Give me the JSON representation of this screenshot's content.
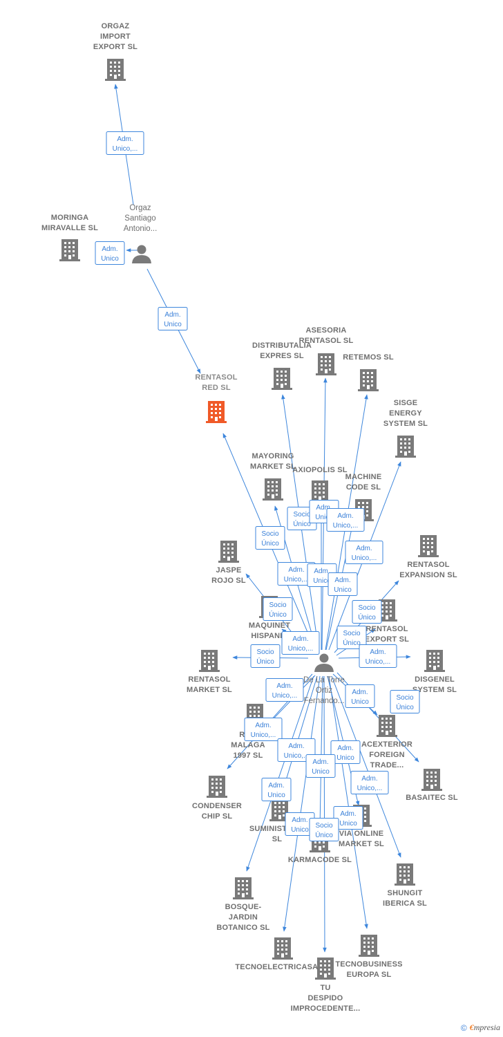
{
  "colors": {
    "edge": "#3d86dc",
    "node": "#7a7a7a",
    "focus": "#f05a28",
    "person": "#7a7a7a"
  },
  "nodes": [
    {
      "id": "orgaz_import",
      "type": "company",
      "label": [
        "ORGAZ",
        "IMPORT",
        "EXPORT  SL"
      ]
    },
    {
      "id": "moringa",
      "type": "company",
      "label": [
        "MORINGA",
        "MIRAVALLE  SL"
      ]
    },
    {
      "id": "orgaz_santiago",
      "type": "person",
      "label": [
        "Orgaz",
        "Santiago",
        "Antonio..."
      ]
    },
    {
      "id": "rentasol_red",
      "type": "company",
      "focus": true,
      "label": [
        "RENTASOL",
        "RED  SL"
      ]
    },
    {
      "id": "distributalia",
      "type": "company",
      "label": [
        "DISTRIBUTALIA",
        "EXPRES  SL"
      ]
    },
    {
      "id": "asesoria",
      "type": "company",
      "label": [
        "ASESORIA",
        "RENTASOL SL"
      ]
    },
    {
      "id": "retemos",
      "type": "company",
      "label": [
        "RETEMOS  SL"
      ]
    },
    {
      "id": "sisge",
      "type": "company",
      "label": [
        "SISGE",
        "ENERGY",
        "SYSTEM  SL"
      ]
    },
    {
      "id": "mayoring",
      "type": "company",
      "label": [
        "MAYORING",
        "MARKET  SL"
      ]
    },
    {
      "id": "axiopolis",
      "type": "company",
      "label": [
        "AXIOPOLIS SL"
      ]
    },
    {
      "id": "machine",
      "type": "company",
      "label": [
        "MACHINE",
        "CODE SL"
      ]
    },
    {
      "id": "jaspe",
      "type": "company",
      "label": [
        "JASPE",
        "ROJO  SL"
      ]
    },
    {
      "id": "rentasol_expansion",
      "type": "company",
      "label": [
        "RENTASOL",
        "EXPANSION  SL"
      ]
    },
    {
      "id": "maquinet",
      "type": "company",
      "label": [
        "MAQUINET",
        "HISPANIA"
      ]
    },
    {
      "id": "rentasol_export",
      "type": "company",
      "label": [
        "RENTASOL",
        "EXPORT  SL"
      ]
    },
    {
      "id": "rentasol_market",
      "type": "company",
      "label": [
        "RENTASOL",
        "MARKET  SL"
      ]
    },
    {
      "id": "disgenel",
      "type": "company",
      "label": [
        "DISGENEL",
        "SYSTEM  SL"
      ]
    },
    {
      "id": "de_la_torre",
      "type": "person",
      "label": [
        "De La Torre",
        "Ortiz",
        "Fernando..."
      ]
    },
    {
      "id": "re_malaga",
      "type": "company",
      "label": [
        "RE...",
        "MALAGA",
        "1997  SL"
      ]
    },
    {
      "id": "acexterior",
      "type": "company",
      "label": [
        "ACEXTERIOR",
        "FOREIGN",
        "TRADE..."
      ]
    },
    {
      "id": "condenser",
      "type": "company",
      "label": [
        "CONDENSER",
        "CHIP SL"
      ]
    },
    {
      "id": "basaitec",
      "type": "company",
      "label": [
        "BASAITEC  SL"
      ]
    },
    {
      "id": "suministra",
      "type": "company",
      "label": [
        "SUMINISTRA...",
        "SL"
      ]
    },
    {
      "id": "via_online",
      "type": "company",
      "label": [
        "VIA ONLINE",
        "MARKET SL"
      ]
    },
    {
      "id": "karmacode",
      "type": "company",
      "label": [
        "KARMACODE SL"
      ]
    },
    {
      "id": "shungit",
      "type": "company",
      "label": [
        "SHUNGIT",
        "IBERICA  SL"
      ]
    },
    {
      "id": "bosque",
      "type": "company",
      "label": [
        "BOSQUE-",
        "JARDIN",
        "BOTANICO SL"
      ]
    },
    {
      "id": "tecnoelectricasa",
      "type": "company",
      "label": [
        "TECNOELECTRICASA SL"
      ]
    },
    {
      "id": "tecnobusiness",
      "type": "company",
      "label": [
        "TECNOBUSINESS",
        "EUROPA SL"
      ]
    },
    {
      "id": "tu_despido",
      "type": "company",
      "label": [
        "TU",
        "DESPIDO",
        "IMPROCEDENTE..."
      ]
    }
  ],
  "edges": [
    {
      "from": "orgaz_santiago",
      "to": "orgaz_import",
      "label": [
        "Adm.",
        "Unico,..."
      ]
    },
    {
      "from": "orgaz_santiago",
      "to": "moringa",
      "label": [
        "Adm.",
        "Unico"
      ]
    },
    {
      "from": "orgaz_santiago",
      "to": "rentasol_red",
      "label": [
        "Adm.",
        "Unico"
      ]
    },
    {
      "from": "de_la_torre",
      "to": "rentasol_red",
      "label": [
        "Socio",
        "Único"
      ]
    },
    {
      "from": "de_la_torre",
      "to": "distributalia",
      "label": [
        "Socio",
        "Único"
      ]
    },
    {
      "from": "de_la_torre",
      "to": "asesoria",
      "label": [
        "Adm.",
        "Unico"
      ]
    },
    {
      "from": "de_la_torre",
      "to": "retemos",
      "label": [
        "Adm.",
        "Unico,..."
      ]
    },
    {
      "from": "de_la_torre",
      "to": "sisge",
      "label": [
        "Adm.",
        "Unico,..."
      ]
    },
    {
      "from": "de_la_torre",
      "to": "mayoring",
      "label": [
        "Adm.",
        "Unico,..."
      ]
    },
    {
      "from": "de_la_torre",
      "to": "axiopolis",
      "label": [
        "Adm.",
        "Unico"
      ]
    },
    {
      "from": "de_la_torre",
      "to": "machine",
      "label": [
        "Adm.",
        "Unico"
      ]
    },
    {
      "from": "de_la_torre",
      "to": "jaspe",
      "label": [
        "Socio",
        "Único"
      ]
    },
    {
      "from": "de_la_torre",
      "to": "rentasol_expansion",
      "label": [
        "Socio",
        "Único"
      ]
    },
    {
      "from": "de_la_torre",
      "to": "maquinet",
      "label": [
        "Adm.",
        "Unico,..."
      ]
    },
    {
      "from": "de_la_torre",
      "to": "rentasol_export",
      "label": [
        "Socio",
        "Único"
      ]
    },
    {
      "from": "de_la_torre",
      "to": "rentasol_market",
      "label": [
        "Socio",
        "Único"
      ]
    },
    {
      "from": "de_la_torre",
      "to": "disgenel",
      "label": [
        "Adm.",
        "Unico,..."
      ]
    },
    {
      "from": "de_la_torre",
      "to": "re_malaga",
      "label": [
        "Adm.",
        "Unico,..."
      ]
    },
    {
      "from": "de_la_torre",
      "to": "acexterior",
      "label": [
        "Adm.",
        "Unico"
      ]
    },
    {
      "from": "de_la_torre",
      "to": "basaitec",
      "label": [
        "Socio",
        "Único"
      ]
    },
    {
      "from": "de_la_torre",
      "to": "condenser",
      "label": [
        "Adm.",
        "Unico,..."
      ]
    },
    {
      "from": "de_la_torre",
      "to": "shungit",
      "label": [
        "Adm.",
        "Unico,..."
      ]
    },
    {
      "from": "de_la_torre",
      "to": "suministra",
      "label": [
        "Adm.",
        "Unico,..."
      ]
    },
    {
      "from": "de_la_torre",
      "to": "via_online",
      "label": [
        "Adm.",
        "Unico"
      ]
    },
    {
      "from": "de_la_torre",
      "to": "karmacode",
      "label": [
        "Adm.",
        "Unico"
      ]
    },
    {
      "from": "de_la_torre",
      "to": "bosque",
      "label": [
        "Adm.",
        "Unico"
      ]
    },
    {
      "from": "de_la_torre",
      "to": "tecnoelectricasa",
      "label": [
        "Adm.",
        "Unico"
      ]
    },
    {
      "from": "de_la_torre",
      "to": "tecnobusiness",
      "label": [
        "Adm.",
        "Unico"
      ]
    },
    {
      "from": "de_la_torre",
      "to": "tu_despido",
      "label": [
        "Socio",
        "Único"
      ]
    }
  ],
  "footer": {
    "copyright": "©",
    "brand_e": "€",
    "brand_rest": "mpresia"
  }
}
